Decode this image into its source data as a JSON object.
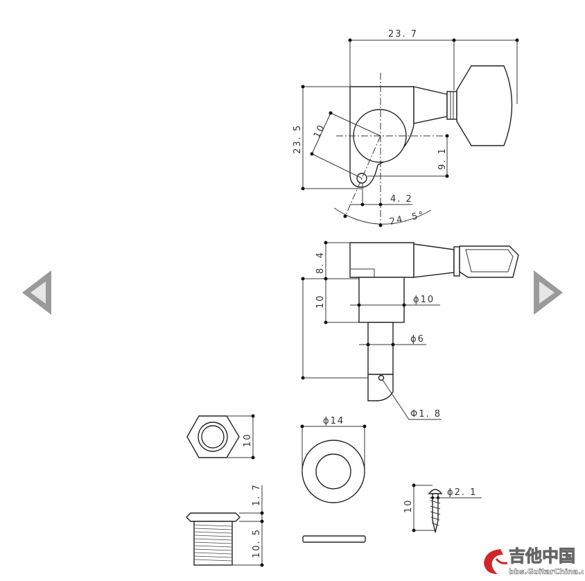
{
  "viewer": {
    "prev_icon": "triangle-left-icon",
    "next_icon": "triangle-right-icon"
  },
  "drawing": {
    "top_view": {
      "overall_width": "23. 7",
      "height": "23. 5",
      "screw_radius": "10",
      "eye_offset_vertical": "9. 1",
      "eye_offset_horizontal": "4. 2",
      "angle": "24. 5°"
    },
    "side_view": {
      "body_height": "8. 4",
      "stem_length": "10",
      "stem_diameter": "ϕ10",
      "post_diameter": "ϕ6",
      "hole_diameter": "Φ1. 8"
    },
    "hardware": {
      "nut_width": "10",
      "washer_diameter": "ϕ14",
      "bushing_flange": "1. 7",
      "bushing_length": "10. 5",
      "screw_diameter": "ϕ2. 1",
      "screw_length": "10"
    }
  },
  "watermark": {
    "title": "吉他中国",
    "url": "bbs.GuitarChina.com",
    "brand_color": "#d0262a"
  }
}
